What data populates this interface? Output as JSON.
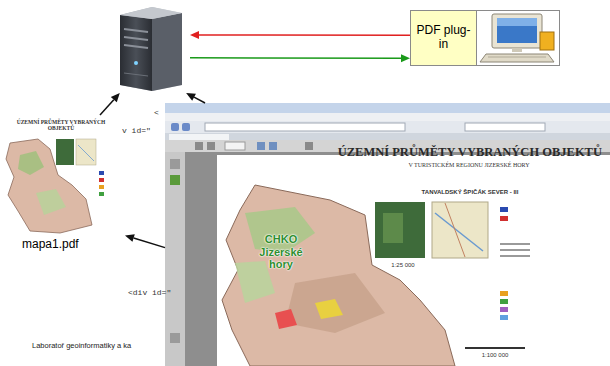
{
  "diagram": {
    "nodes": [
      {
        "text": []
      },
      {
        "text": [
          "PDF plug-in"
        ]
      },
      {
        "text": [
          "ÚZEMNÍ PRŮMĚTY VYBRANÝCH OBJEKTŮ",
          "mapa1.pdf"
        ]
      },
      {
        "text": [
          "ÚZEMNÍ PRŮMĚTY VYBRANÝCH OBJEKTŮ",
          "V TURISTICKÉM REGIONU JIZERSKÉ HORY",
          "TANVALDSKÝ ŠPIČÁK SEVER - III",
          "CHKO Jizerské hory",
          "1:25 000",
          "1:100 000"
        ]
      }
    ],
    "edges": [
      {
        "from": 1,
        "to": 0,
        "arrow": "to"
      },
      {
        "from": 0,
        "to": 1,
        "arrow": "to"
      },
      {
        "from": 2,
        "to": 0,
        "arrow": "to"
      },
      {
        "from": 3,
        "to": 0,
        "arrow": "to"
      },
      {
        "from": 3,
        "to": 2,
        "arrow": "to"
      }
    ],
    "labels": [
      "v id=\"",
      "<",
      "<div id=\"",
      "Laboratoř geoinformatiky a ka"
    ]
  }
}
